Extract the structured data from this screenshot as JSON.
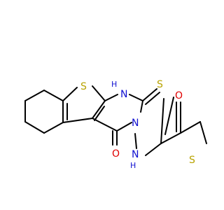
{
  "molecule": {
    "colors": {
      "background": "#ffffff",
      "bond": "#000000",
      "sulfur": "#b8a300",
      "nitrogen": "#1010d0",
      "oxygen": "#e00000"
    },
    "atoms": {
      "s_thiophene_core": "S",
      "n1": "N",
      "n1_h": "H",
      "s_thione": "S",
      "n3": "N",
      "o_carbonyl_ring": "O",
      "n_amide": "N",
      "n_amide_h": "H",
      "o_amide": "O",
      "s_thiophene_right": "S"
    }
  }
}
